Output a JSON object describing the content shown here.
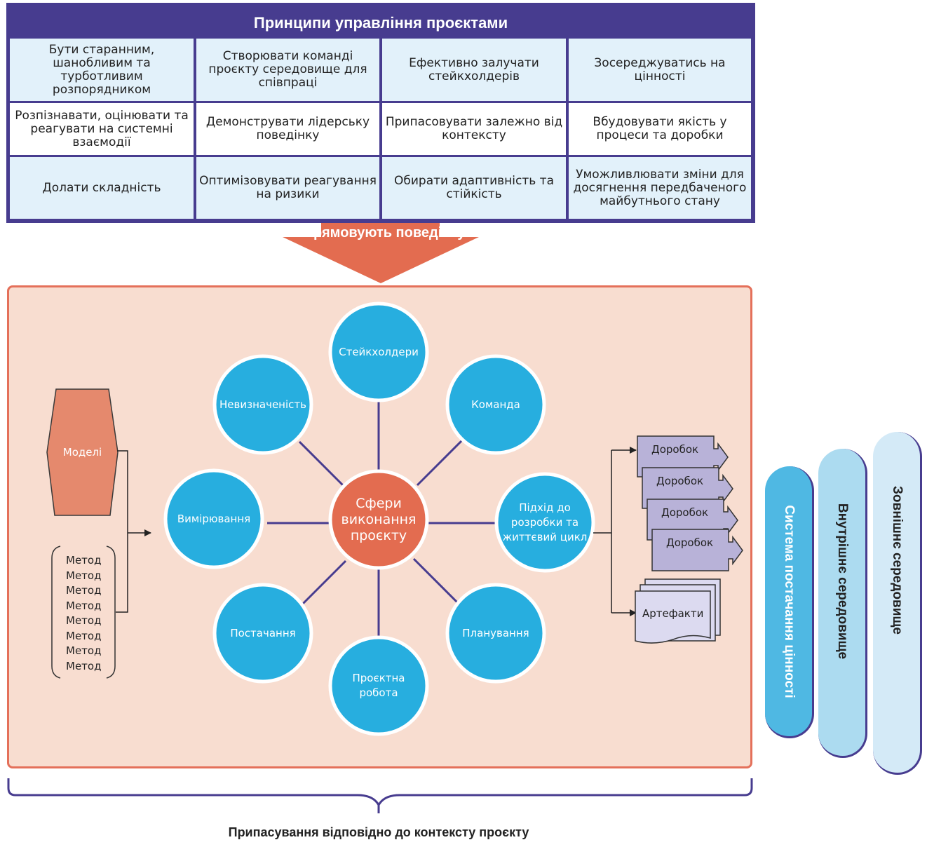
{
  "principles": {
    "title": "Принципи управління проєктами",
    "cells": [
      [
        "Бути старанним, шанобливим та турботливим розпорядником",
        "Створювати команді проєкту середовище для співпраці",
        "Ефективно залучати стейкхолдерів",
        "Зосереджуватись на цінності"
      ],
      [
        "Розпізнавати, оцінювати та реагувати на системні взаємодії",
        "Демонструвати лідерську поведінку",
        "Припасовувати залежно від контексту",
        "Вбудовувати якість у процеси та доробки"
      ],
      [
        "Долати складність",
        "Оптимізовувати реагування на ризики",
        "Обирати адаптивність та стійкість",
        "Уможливлювати зміни для досягнення передбаченого майбутнього стану"
      ]
    ]
  },
  "arrow": {
    "label": "Спрямовують поведінку"
  },
  "domains": {
    "center": "Сфери виконання проєкту",
    "items": {
      "top": "Стейкхолдери",
      "top_right": "Команда",
      "right": "Підхід до розробки та життєвий цикл",
      "bottom_right": "Планування",
      "bottom": "Проєктна робота",
      "bottom_left": "Постачання",
      "left": "Вимірювання",
      "top_left": "Невизначеність"
    }
  },
  "models": {
    "label": "Моделі"
  },
  "methods": [
    "Метод",
    "Метод",
    "Метод",
    "Метод",
    "Метод",
    "Метод",
    "Метод",
    "Метод"
  ],
  "outputs": {
    "deliverables": [
      "Доробок",
      "Доробок",
      "Доробок",
      "Доробок"
    ],
    "artifacts": "Артефакти"
  },
  "environments": [
    {
      "label": "Система постачання цінності",
      "color": "#4fb8e3"
    },
    {
      "label": "Внутрішнє середовище",
      "color": "#acdbf0"
    },
    {
      "label": "Зовнішнє середовище",
      "color": "#d4eaf7"
    }
  ],
  "tailoring": {
    "label": "Припасування відповідно до контексту проєкту"
  },
  "colors": {
    "header": "#473c8f",
    "accent_orange": "#e4705a",
    "panel_bg": "#f8ddd0",
    "domain_blue": "#27aedf",
    "center_orange": "#e36c50",
    "connector": "#473c8f",
    "deliverable": "#b8b2d8",
    "artifact": "#dcdaf0"
  }
}
